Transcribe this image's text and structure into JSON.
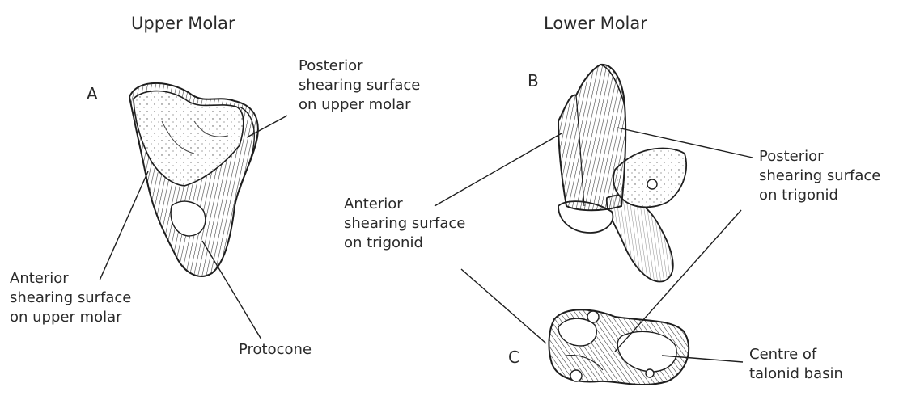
{
  "titles": {
    "upper": "Upper Molar",
    "lower": "Lower Molar"
  },
  "letters": {
    "a": "A",
    "b": "B",
    "c": "C"
  },
  "labels": {
    "upper_posterior": [
      "Posterior",
      "shearing surface",
      "on upper molar"
    ],
    "upper_anterior": [
      "Anterior",
      "shearing surface",
      "on upper molar"
    ],
    "protocone": "Protocone",
    "lower_anterior": [
      "Anterior",
      "shearing surface",
      "on trigonid"
    ],
    "lower_posterior": [
      "Posterior",
      "shearing surface",
      "on trigonid"
    ],
    "talonid": [
      "Centre of",
      "talonid basin"
    ]
  },
  "colors": {
    "ink": "#1e1e1e",
    "text": "#2a2a2a"
  }
}
